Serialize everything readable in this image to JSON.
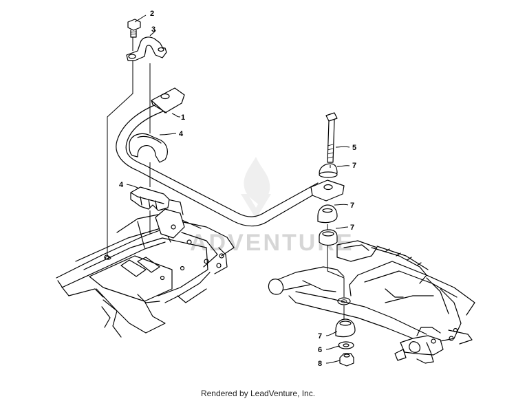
{
  "callouts": {
    "c1": "1",
    "c2": "2",
    "c3": "3",
    "c4a": "4",
    "c4b": "4",
    "c5": "5",
    "c6": "6",
    "c7a": "7",
    "c7b": "7",
    "c7c": "7",
    "c7d": "7",
    "c8": "8"
  },
  "watermark": {
    "text": "ADVENTURE",
    "color": "#d6d6d6"
  },
  "footer": {
    "text": "Rendered by LeadVenture, Inc."
  }
}
